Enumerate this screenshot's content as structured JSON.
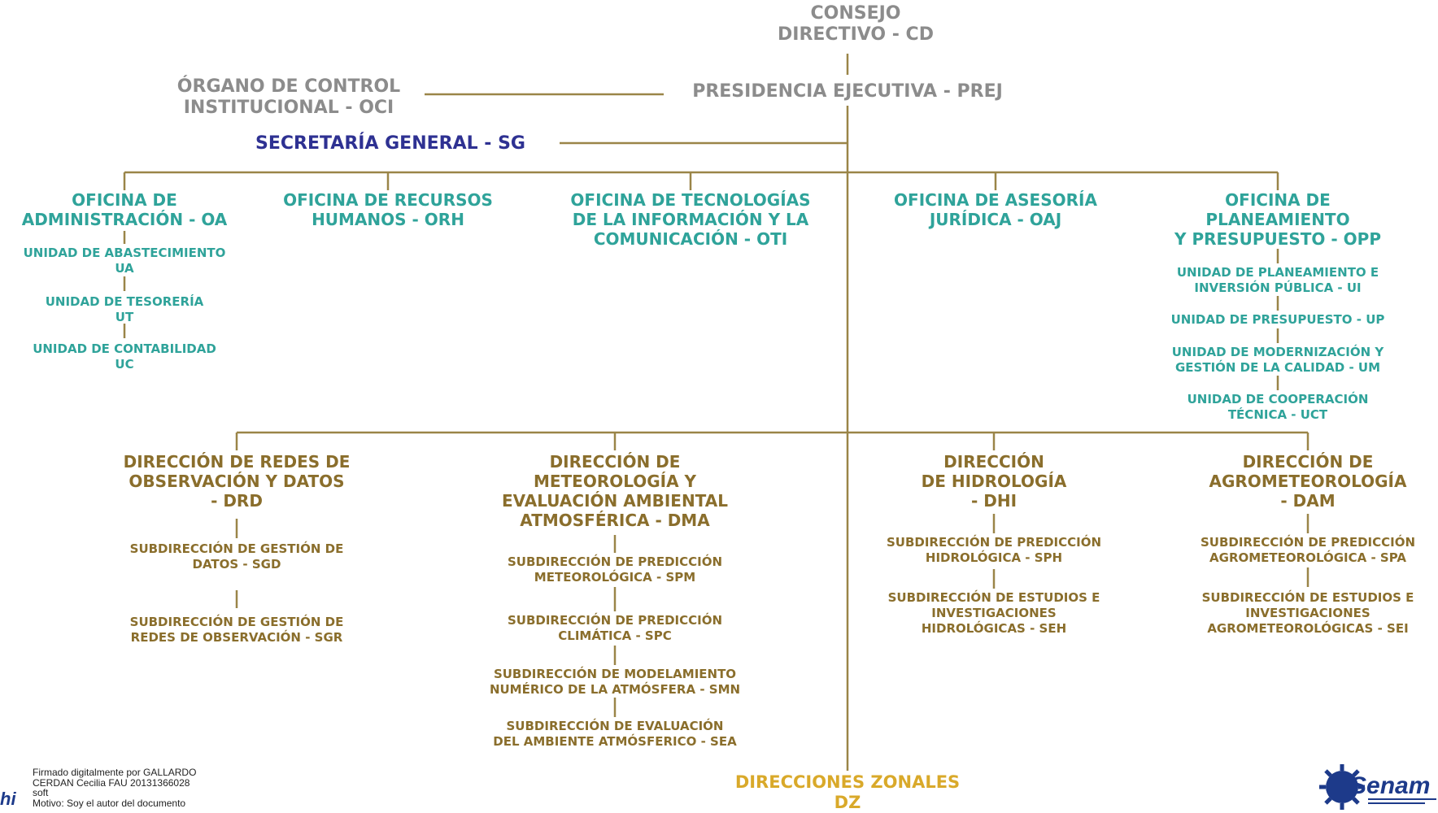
{
  "top": {
    "consejo": "CONSEJO\nDIRECTIVO - CD",
    "presidencia": "PRESIDENCIA EJECUTIVA - PREJ",
    "oci": "ÓRGANO DE CONTROL\nINSTITUCIONAL - OCI",
    "sg": "SECRETARÍA GENERAL - SG"
  },
  "oficinas": {
    "oa": "OFICINA DE\nADMINISTRACIÓN - OA",
    "oa_units": [
      "UNIDAD DE ABASTECIMIENTO\nUA",
      "UNIDAD DE TESORERÍA\nUT",
      "UNIDAD DE CONTABILIDAD\nUC"
    ],
    "orh": "OFICINA DE RECURSOS\nHUMANOS - ORH",
    "oti": "OFICINA DE TECNOLOGÍAS\nDE LA INFORMACIÓN Y LA\nCOMUNICACIÓN - OTI",
    "oaj": "OFICINA DE ASESORÍA\nJURÍDICA - OAJ",
    "opp": "OFICINA DE\nPLANEAMIENTO\nY PRESUPUESTO - OPP",
    "opp_units": [
      "UNIDAD DE PLANEAMIENTO E\nINVERSIÓN PÚBLICA - UI",
      "UNIDAD DE PRESUPUESTO - UP",
      "UNIDAD DE MODERNIZACIÓN Y\nGESTIÓN DE LA CALIDAD - UM",
      "UNIDAD DE COOPERACIÓN\nTÉCNICA - UCT"
    ]
  },
  "direcciones": {
    "drd": "DIRECCIÓN DE REDES DE\nOBSERVACIÓN Y DATOS\n- DRD",
    "drd_subs": [
      "SUBDIRECCIÓN DE GESTIÓN DE\nDATOS - SGD",
      "SUBDIRECCIÓN DE GESTIÓN DE\nREDES DE OBSERVACIÓN - SGR"
    ],
    "dma": "DIRECCIÓN DE\nMETEOROLOGÍA Y\nEVALUACIÓN AMBIENTAL\nATMOSFÉRICA - DMA",
    "dma_subs": [
      "SUBDIRECCIÓN DE PREDICCIÓN\nMETEOROLÓGICA - SPM",
      "SUBDIRECCIÓN DE PREDICCIÓN\nCLIMÁTICA - SPC",
      "SUBDIRECCIÓN DE MODELAMIENTO\nNUMÉRICO DE LA ATMÓSFERA - SMN",
      "SUBDIRECCIÓN DE EVALUACIÓN\nDEL AMBIENTE ATMÓSFERICO - SEA"
    ],
    "dhi": "DIRECCIÓN\nDE HIDROLOGÍA\n- DHI",
    "dhi_subs": [
      "SUBDIRECCIÓN DE PREDICCIÓN\nHIDROLÓGICA - SPH",
      "SUBDIRECCIÓN DE ESTUDIOS E\nINVESTIGACIONES\nHIDROLÓGICAS - SEH"
    ],
    "dam": "DIRECCIÓN DE\nAGROMETEOROLOGÍA\n- DAM",
    "dam_subs": [
      "SUBDIRECCIÓN DE PREDICCIÓN\nAGROMETEOROLÓGICA - SPA",
      "SUBDIRECCIÓN DE ESTUDIOS E\nINVESTIGACIONES\nAGROMETEOROLÓGICAS - SEI"
    ]
  },
  "zonales": "DIRECCIONES ZONALES\nDZ",
  "signature": "Firmado digitalmente por GALLARDO\nCERDAN Cecilia FAU 20131366028\nsoft\nMotivo: Soy el autor del documento",
  "logos": {
    "left": "hi",
    "right": "Senam"
  },
  "colors": {
    "line": "#9a8548",
    "gray": "#8c8c8c",
    "navy": "#2e3192",
    "teal": "#2fa39a",
    "brown": "#8a6e2c",
    "gold": "#d9a92a"
  }
}
